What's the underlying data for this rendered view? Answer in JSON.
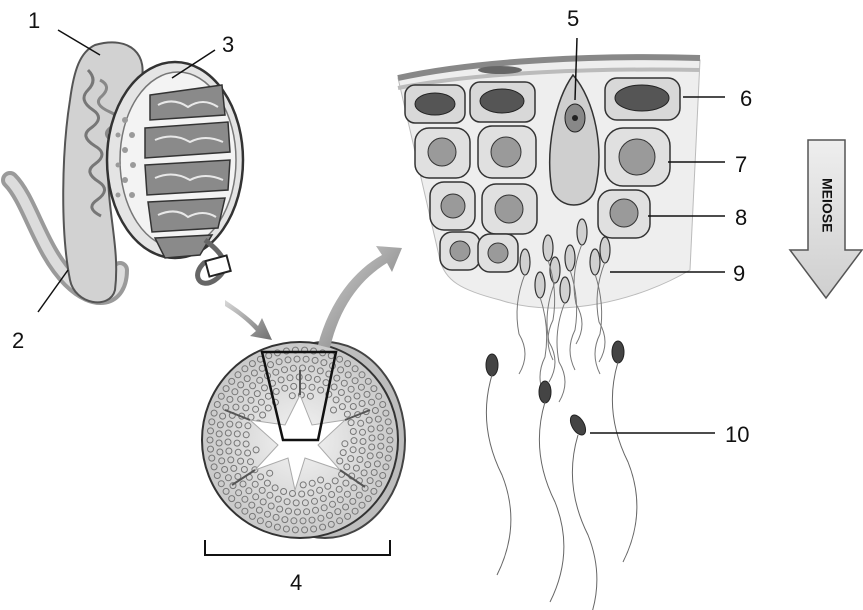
{
  "labels": {
    "l1": "1",
    "l2": "2",
    "l3": "3",
    "l4": "4",
    "l5": "5",
    "l6": "6",
    "l7": "7",
    "l8": "8",
    "l9": "9",
    "l10": "10"
  },
  "arrow_meiose": {
    "text": "MEIOSE"
  },
  "colors": {
    "tissue_light": "#e6e6e6",
    "tissue_mid": "#bdbdbd",
    "tissue_dark": "#5a5a5a",
    "arrow_fill": "#8a8a8a",
    "outline": "#222222"
  }
}
